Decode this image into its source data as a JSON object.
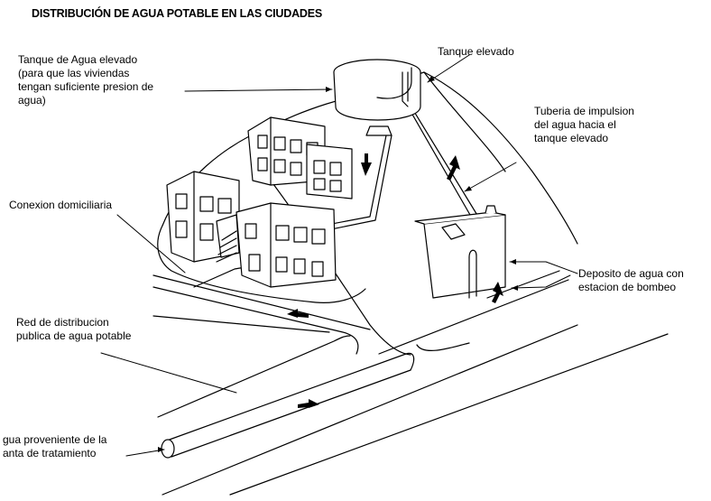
{
  "title": "DISTRIBUCIÓN DE AGUA POTABLE EN LAS CIUDADES",
  "labels": {
    "elevated_tank_desc": "Tanque de Agua elevado\n(para que las viviendas\ntengan suficiente presion de\nagua)",
    "elevated_tank": "Tanque elevado",
    "impulse_pipe": "Tuberia de impulsion\ndel agua hacia el\ntanque elevado",
    "home_connection": "Conexion domiciliaria",
    "pump_deposit": "Deposito de agua con\nestacion de bombeo",
    "public_network": "Red de distribucion\npublica de agua potable",
    "treatment_water": "gua proveniente de la\nanta de tratamiento"
  },
  "icons": [
    "flow-arrow-icon"
  ],
  "colors": {
    "ink": "#000000",
    "paper": "#ffffff"
  }
}
